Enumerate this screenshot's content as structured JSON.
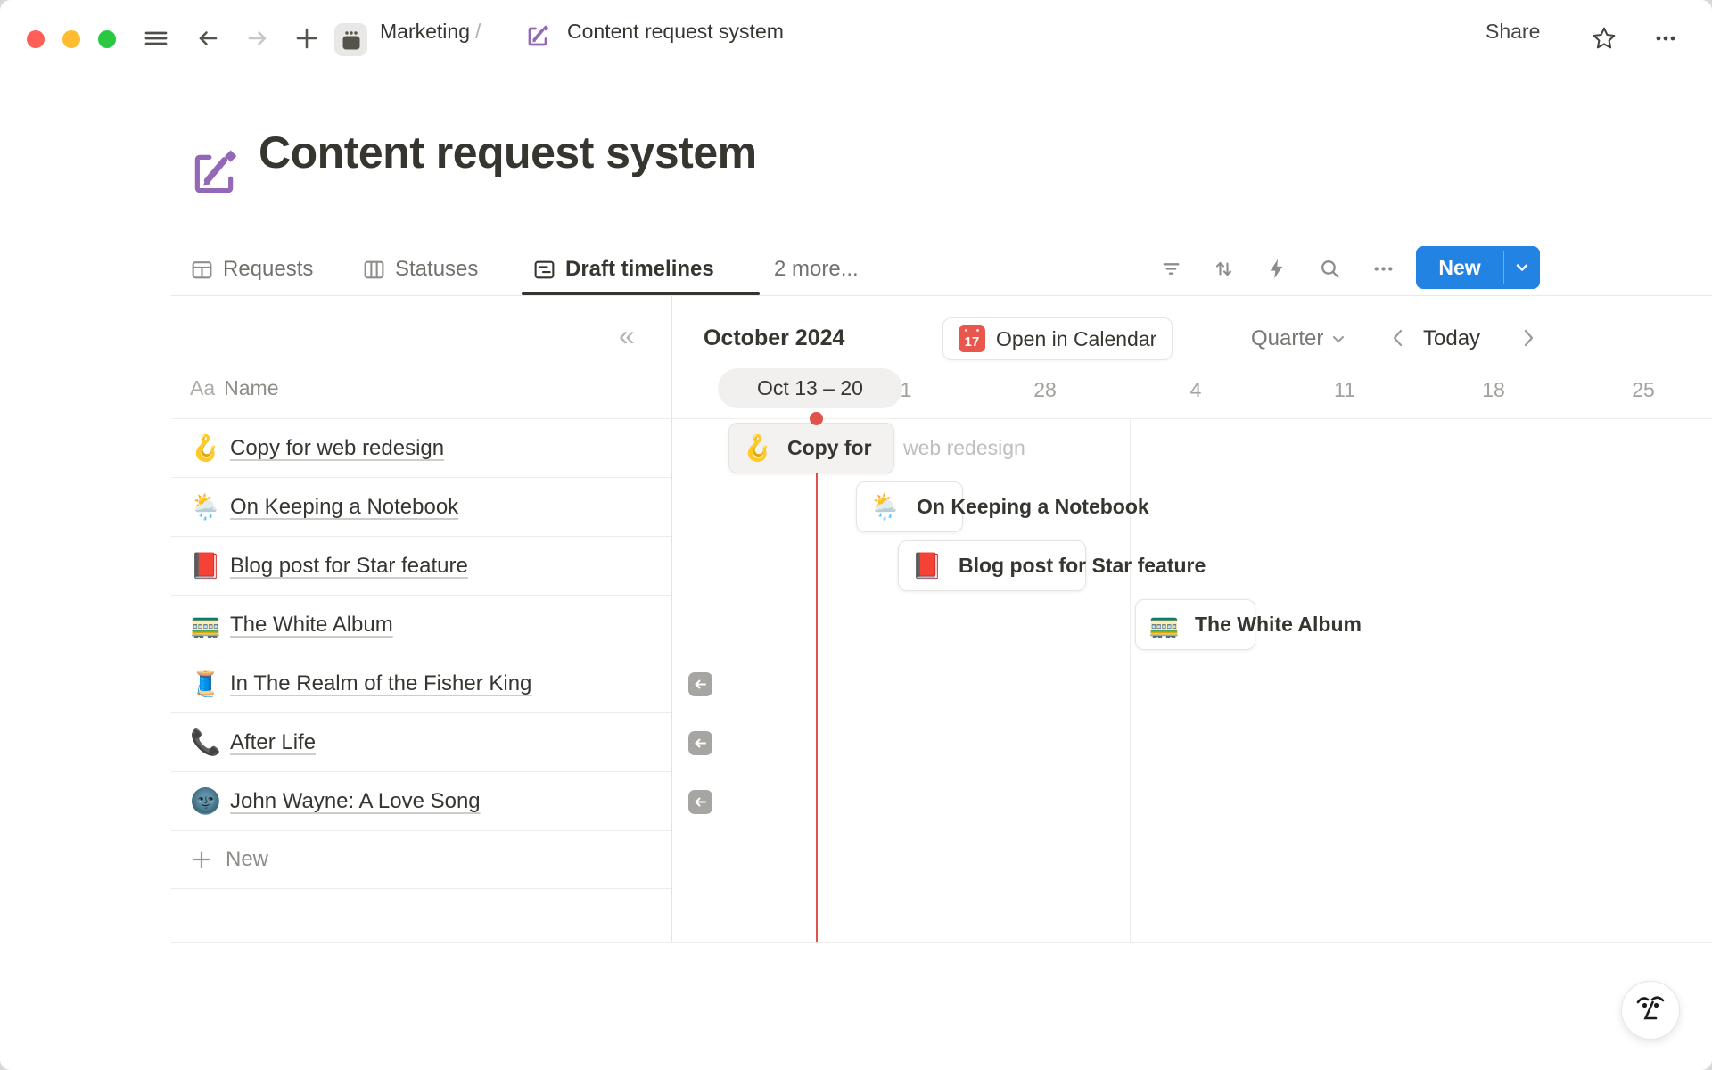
{
  "titlebar": {
    "breadcrumb": {
      "workspace": "Marketing",
      "separator": "/",
      "page": "Content request system"
    },
    "share_label": "Share"
  },
  "page": {
    "title": "Content request system"
  },
  "view_tabs": {
    "tabs": [
      {
        "label": "Requests"
      },
      {
        "label": "Statuses"
      },
      {
        "label": "Draft timelines"
      },
      {
        "label": "2 more..."
      }
    ],
    "new_button_label": "New"
  },
  "list_panel": {
    "column_type_badge": "Aa",
    "column_header": "Name",
    "rows": [
      {
        "emoji": "🪝",
        "title": "Copy for web redesign"
      },
      {
        "emoji": "🌦️",
        "title": "On Keeping a Notebook"
      },
      {
        "emoji": "📕",
        "title": "Blog post for Star feature"
      },
      {
        "emoji": "🚃",
        "title": "The White Album"
      },
      {
        "emoji": "🧵",
        "title": "In The Realm of the Fisher King"
      },
      {
        "emoji": "📞",
        "title": "After Life"
      },
      {
        "emoji": "🌚",
        "title": "John Wayne: A Love Song"
      }
    ],
    "new_row_label": "New"
  },
  "timeline": {
    "month_label": "October 2024",
    "open_in_calendar_label": "Open in Calendar",
    "calendar_icon_day": "17",
    "scale_selector_value": "Quarter",
    "today_label": "Today",
    "selected_week_pill": "Oct 13 – 20",
    "partial_tick": "1",
    "week_ticks": [
      "28",
      "4",
      "11",
      "18",
      "25"
    ],
    "bars": [
      {
        "emoji": "🪝",
        "label": "Copy for",
        "overflow_label": "web redesign"
      },
      {
        "emoji": "🌦️",
        "label": "On Keeping a Notebook"
      },
      {
        "emoji": "📕",
        "label": "Blog post for Star feature"
      },
      {
        "emoji": "🚃",
        "label": "The White Album"
      }
    ]
  },
  "colors": {
    "accent_blue": "#2383e2",
    "today_red": "#e0524a",
    "page_icon_purple": "#9368b7"
  }
}
